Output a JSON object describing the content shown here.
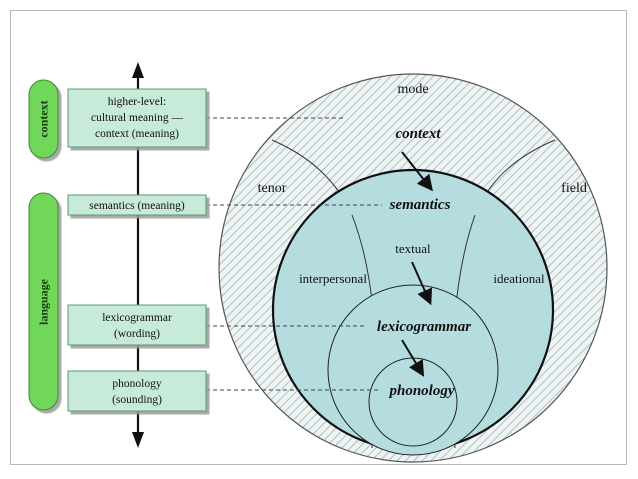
{
  "side_labels": {
    "context": "context",
    "language": "language"
  },
  "strata_boxes": {
    "higher_level": [
      "higher-level:",
      "cultural meaning —",
      "context (meaning)"
    ],
    "semantics": [
      "semantics (meaning)"
    ],
    "lexicogrammar": [
      "lexicogrammar",
      "(wording)"
    ],
    "phonology": [
      "phonology",
      "(sounding)"
    ]
  },
  "circle_labels": {
    "mode": "mode",
    "tenor": "tenor",
    "field": "field",
    "context": "context",
    "semantics": "semantics",
    "textual": "textual",
    "interpersonal": "interpersonal",
    "ideational": "ideational",
    "lexicogrammar": "lexicogrammar",
    "phonology": "phonology"
  },
  "colors": {
    "box_fill": "#c8ead8",
    "box_border": "#5a9a78",
    "pill_fill": "#6fd75a",
    "pill_border": "#3f8a30",
    "circle_fill": "#b5dde0",
    "hatch": "#8fa7ab"
  }
}
